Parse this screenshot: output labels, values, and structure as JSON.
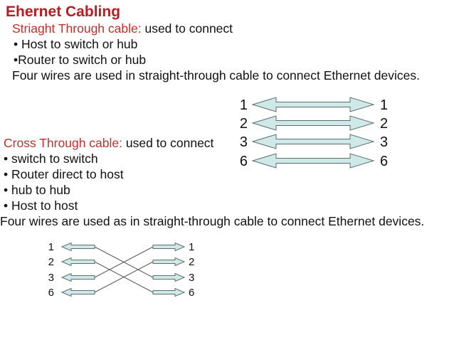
{
  "slide": {
    "title": "Ehernet Cabling"
  },
  "straight_section": {
    "heading_red": "Striaght Through cable:",
    "heading_rest": " used to connect",
    "bullets": [
      "• Host to switch or hub",
      "•Router to switch or hub"
    ],
    "note": "Four wires are used in straight-through cable to connect Ethernet devices."
  },
  "cross_section": {
    "heading_red": "Cross Through cable:",
    "heading_rest": " used to connect",
    "bullets": [
      "• switch to switch",
      "• Router direct to host",
      "• hub to hub",
      "• Host to host"
    ],
    "note": "Four wires are used as in straight-through cable to connect Ethernet devices."
  },
  "straight_diagram": {
    "type": "pin-mapping",
    "left_pins": [
      "1",
      "2",
      "3",
      "6"
    ],
    "right_pins": [
      "1",
      "2",
      "3",
      "6"
    ],
    "connections": [
      [
        0,
        0
      ],
      [
        1,
        1
      ],
      [
        2,
        2
      ],
      [
        3,
        3
      ]
    ]
  },
  "cross_diagram": {
    "type": "pin-mapping",
    "left_pins": [
      "1",
      "2",
      "3",
      "6"
    ],
    "right_pins": [
      "1",
      "2",
      "3",
      "6"
    ],
    "connections": [
      [
        0,
        2
      ],
      [
        1,
        3
      ],
      [
        2,
        0
      ],
      [
        3,
        1
      ]
    ]
  },
  "colors": {
    "title_red": "#bb1b21",
    "heading_red": "#c62e2a",
    "body_text": "#111111",
    "arrow_fill": "#cfe9e9",
    "arrow_stroke": "#5c6e6e",
    "wire_line": "#555555",
    "background": "#ffffff"
  }
}
